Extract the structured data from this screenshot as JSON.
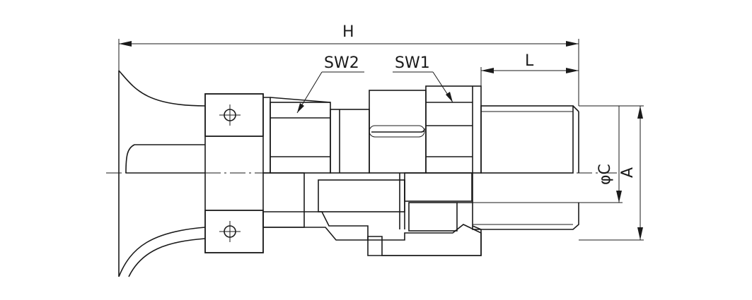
{
  "drawing": {
    "title": "",
    "labels": {
      "overall_length": "H",
      "nut_size_2": "SW2",
      "nut_size_1": "SW1",
      "thread_length": "L",
      "inner_diameter": "φC",
      "thread_diameter": "A"
    }
  }
}
